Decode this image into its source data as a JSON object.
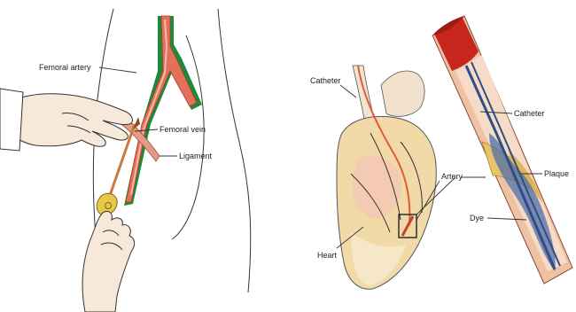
{
  "left_panel": {
    "labels": {
      "femoral_artery": "Femoral artery",
      "femoral_vein": "Femoral vein",
      "ligament": "Ligament"
    }
  },
  "right_panel": {
    "labels": {
      "catheter_left": "Catheter",
      "heart": "Heart",
      "artery": "Artery",
      "catheter_right": "Catheter",
      "plaque": "Plaque",
      "dye": "Dye"
    }
  },
  "colors": {
    "artery_red": "#d9342b",
    "vein_green": "#1d8a3a",
    "skin": "#f7e8da",
    "heart_tissue": "#f2d9a8",
    "plaque_yellow": "#e8c36a",
    "dye_blue": "#4f6fa8"
  }
}
